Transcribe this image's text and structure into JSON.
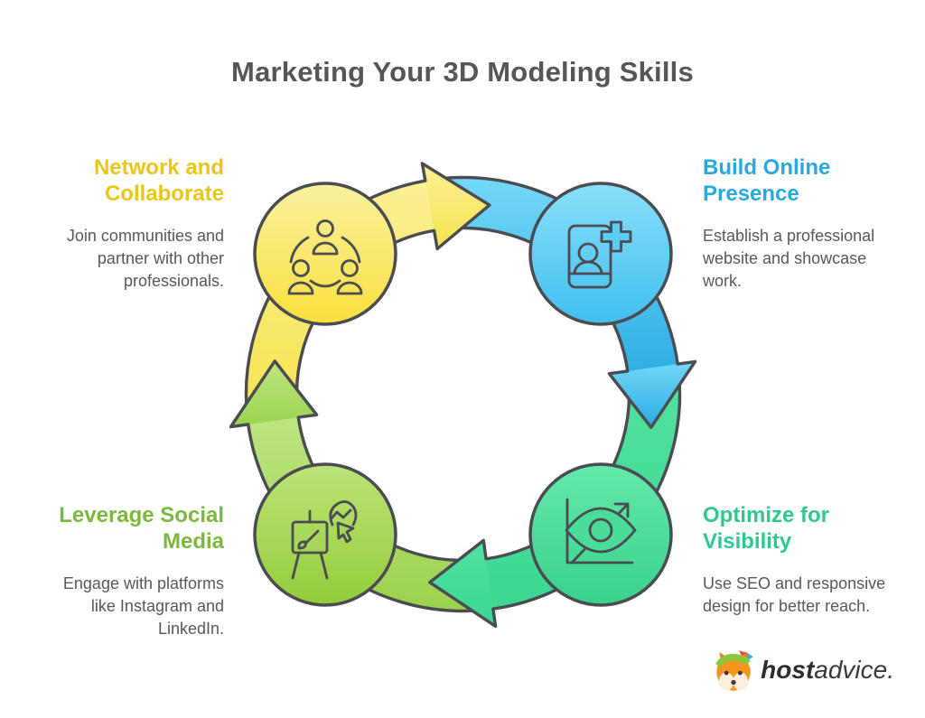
{
  "title": "Marketing Your 3D Modeling Skills",
  "steps": [
    {
      "key": "network",
      "heading": "Network and Collaborate",
      "body": "Join communities and partner with other professionals.",
      "accent": "#E8C61E",
      "circle_color_top": "#F9F1A0",
      "circle_color_bottom": "#FBDF3E",
      "icon": "people-network-icon"
    },
    {
      "key": "online-presence",
      "heading": "Build Online Presence",
      "body": "Establish a professional website and showcase work.",
      "accent": "#29A9E0",
      "circle_color_top": "#8ADFF9",
      "circle_color_bottom": "#40BFF0",
      "icon": "add-profile-icon"
    },
    {
      "key": "visibility",
      "heading": "Optimize for Visibility",
      "body": "Use SEO and responsive design for better reach.",
      "accent": "#2EC98C",
      "circle_color_top": "#65E8AC",
      "circle_color_bottom": "#39D28C",
      "icon": "visibility-growth-icon"
    },
    {
      "key": "social-media",
      "heading": "Leverage Social Media",
      "body": "Engage with platforms like Instagram and LinkedIn.",
      "accent": "#7CB83F",
      "circle_color_top": "#BDE378",
      "circle_color_bottom": "#94CC3B",
      "icon": "art-share-icon"
    }
  ],
  "logo": {
    "brand_bold": "host",
    "brand_light": "advice."
  },
  "colors": {
    "outline": "#4B4C51",
    "title_text": "#55565A",
    "body_text": "#57585C",
    "background": "#FFFFFF"
  }
}
